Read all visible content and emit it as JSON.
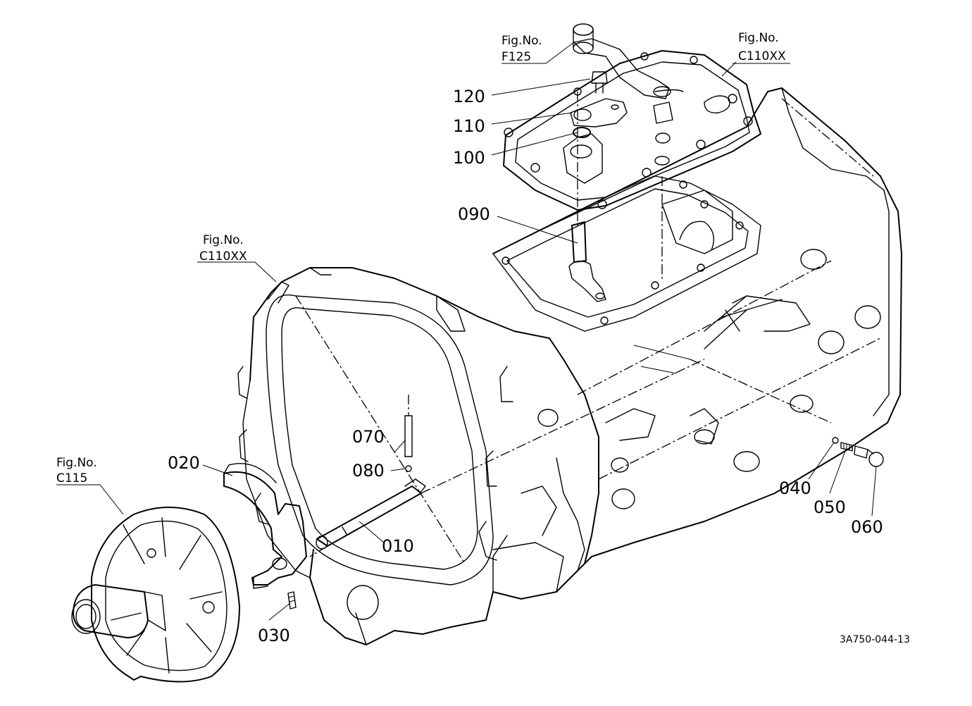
{
  "diagram": {
    "drawing_number": "3A750-044-13",
    "fig_refs": {
      "f125": {
        "label": "Fig.No.",
        "code": "F125"
      },
      "c110xx_top": {
        "label": "Fig.No.",
        "code": "C110XX"
      },
      "c110xx_left": {
        "label": "Fig.No.",
        "code": "C110XX"
      },
      "c115": {
        "label": "Fig.No.",
        "code": "C115"
      }
    },
    "parts": {
      "p010": "010",
      "p020": "020",
      "p030": "030",
      "p040": "040",
      "p050": "050",
      "p060": "060",
      "p070": "070",
      "p080": "080",
      "p090": "090",
      "p100": "100",
      "p110": "110",
      "p120": "120"
    }
  }
}
